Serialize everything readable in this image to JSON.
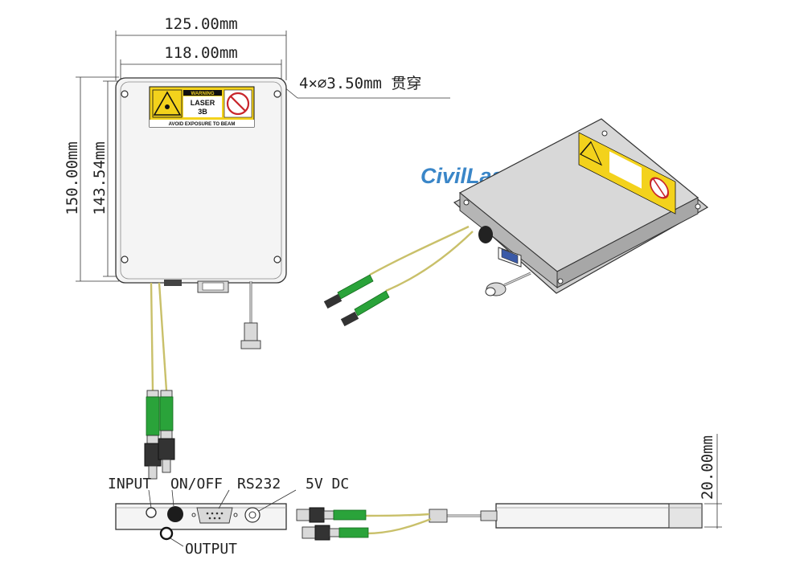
{
  "dimensions": {
    "outer_width": "125.00mm",
    "inner_width": "118.00mm",
    "outer_height": "150.00mm",
    "inner_height": "143.54mm",
    "mount_holes": "4×∅3.50mm 贯穿",
    "thickness": "20.00mm"
  },
  "warning_label": {
    "header": "WARNING",
    "line1": "LASER",
    "line2": "3B",
    "footer": "AVOID EXPOSURE TO BEAM"
  },
  "logo": "CivilLaser",
  "ports": {
    "input": "INPUT",
    "on_off": "ON/OFF",
    "rs232": "RS232",
    "power": "5V DC",
    "output": "OUTPUT"
  },
  "colors": {
    "fiber_connector": "#2aa33a",
    "fiber_cable": "#c9c06a",
    "label_yellow": "#f3d21c",
    "logo_blue": "#3a86c8"
  }
}
